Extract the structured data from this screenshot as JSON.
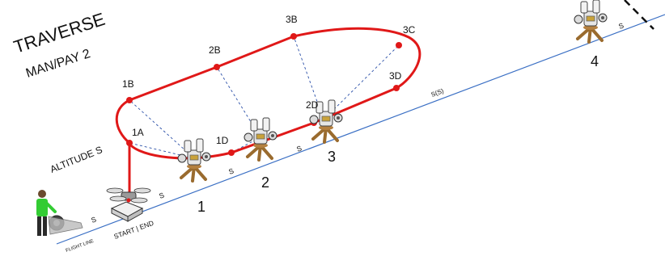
{
  "title": {
    "line1": "TRAVERSE",
    "line2": "MAN/PAY 2"
  },
  "altitude_label": "ALTITUDE S",
  "start_end_label": "START | END",
  "flight_line_label": "FLIGHT LINE",
  "spacing_labels": [
    "S",
    "S",
    "S",
    "S",
    "S(S)",
    "S"
  ],
  "stations": [
    "1",
    "2",
    "3",
    "4"
  ],
  "waypoints": [
    "1A",
    "1B",
    "2B",
    "3B",
    "3C",
    "3D",
    "2D",
    "1D"
  ],
  "colors": {
    "route": "#e01818",
    "sight_lines": "#2a4fa8",
    "baseline": "#3a6fc4",
    "text": "#111111"
  },
  "icons": {
    "station": "theodolite-icon",
    "drone": "drone-icon",
    "operator": "operator-icon"
  }
}
